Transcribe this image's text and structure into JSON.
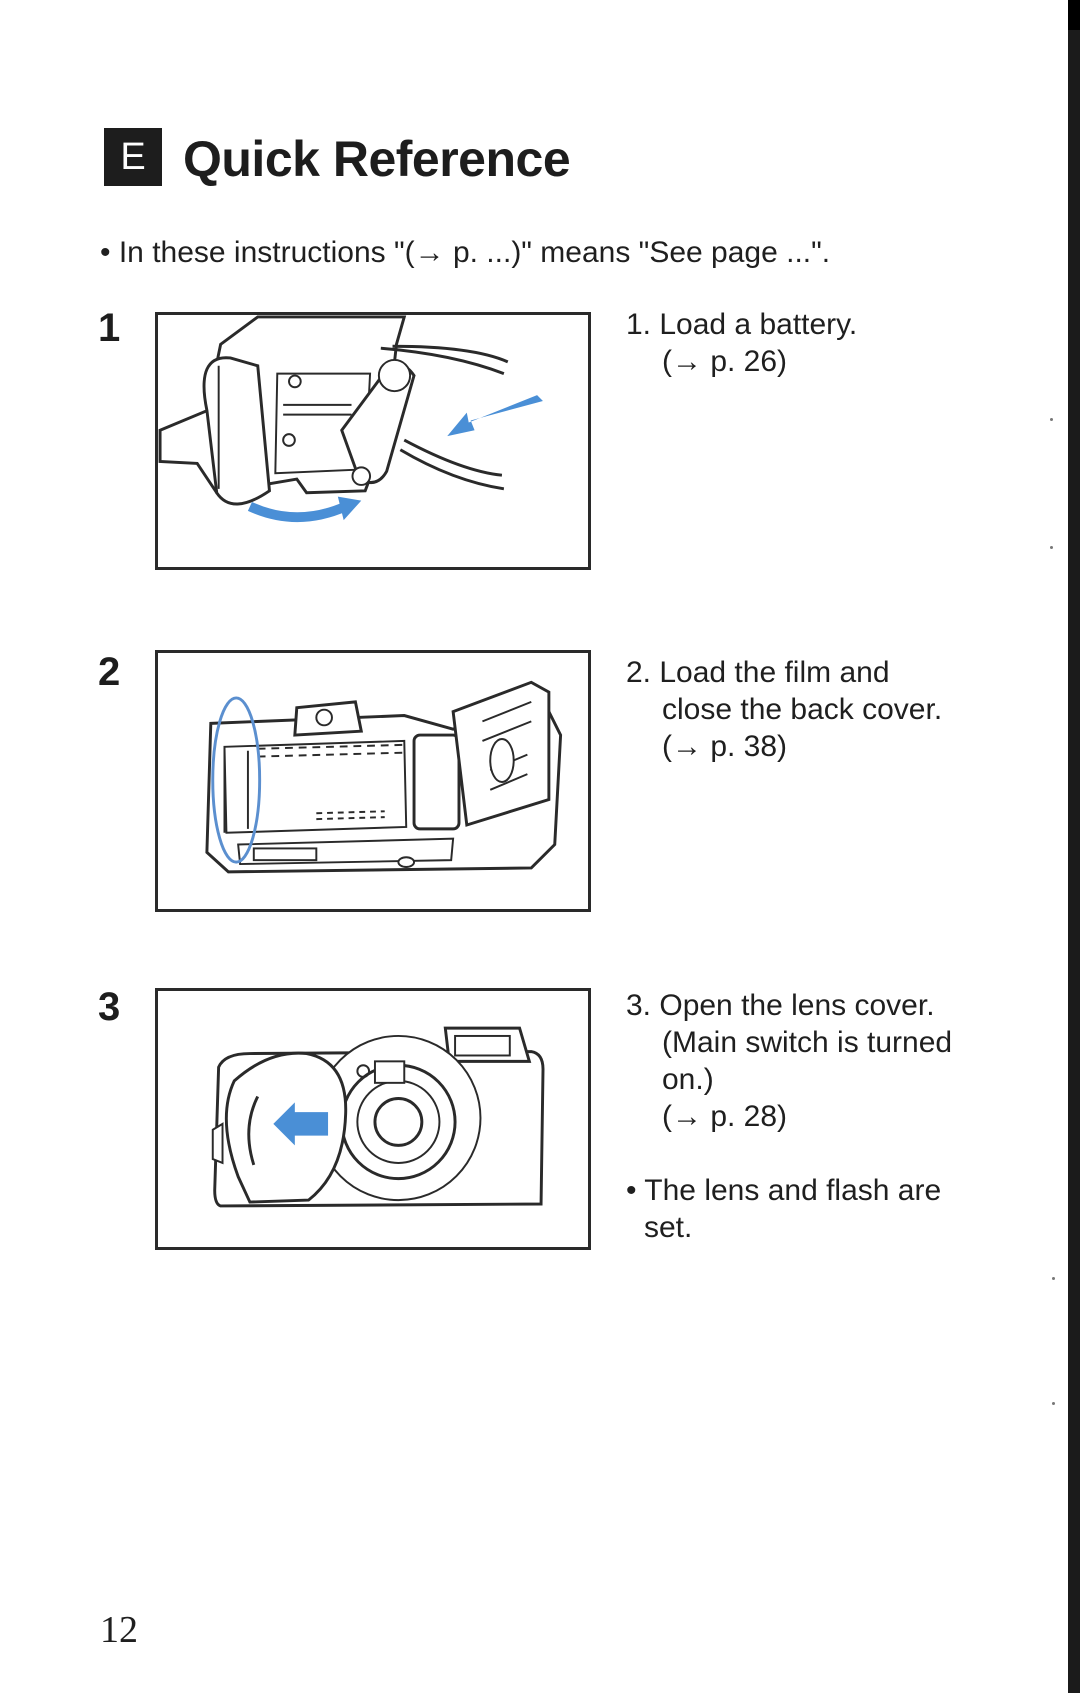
{
  "header": {
    "section_letter": "E",
    "title": "Quick Reference"
  },
  "intro": "• In these instructions \"(→ p. ...)\" means \"See page ...\".",
  "steps": [
    {
      "number": "1",
      "lines": [
        "1. Load a battery.",
        "(→ p. 26)"
      ],
      "illustration": "battery-loading-illustration"
    },
    {
      "number": "2",
      "lines": [
        "2. Load the film and",
        "close the back cover.",
        "(→ p. 38)"
      ],
      "illustration": "film-loading-illustration"
    },
    {
      "number": "3",
      "lines": [
        "3. Open the lens cover.",
        "(Main switch is turned",
        "on.)",
        "(→ p. 28)"
      ],
      "note_lines": [
        "• The lens and flash are",
        "set."
      ],
      "illustration": "lens-cover-illustration"
    }
  ],
  "page_number": "12",
  "colors": {
    "ink": "#1d1d1d",
    "accent_arrow": "#4a8fd6",
    "accent_outline": "#5b8fcf"
  }
}
